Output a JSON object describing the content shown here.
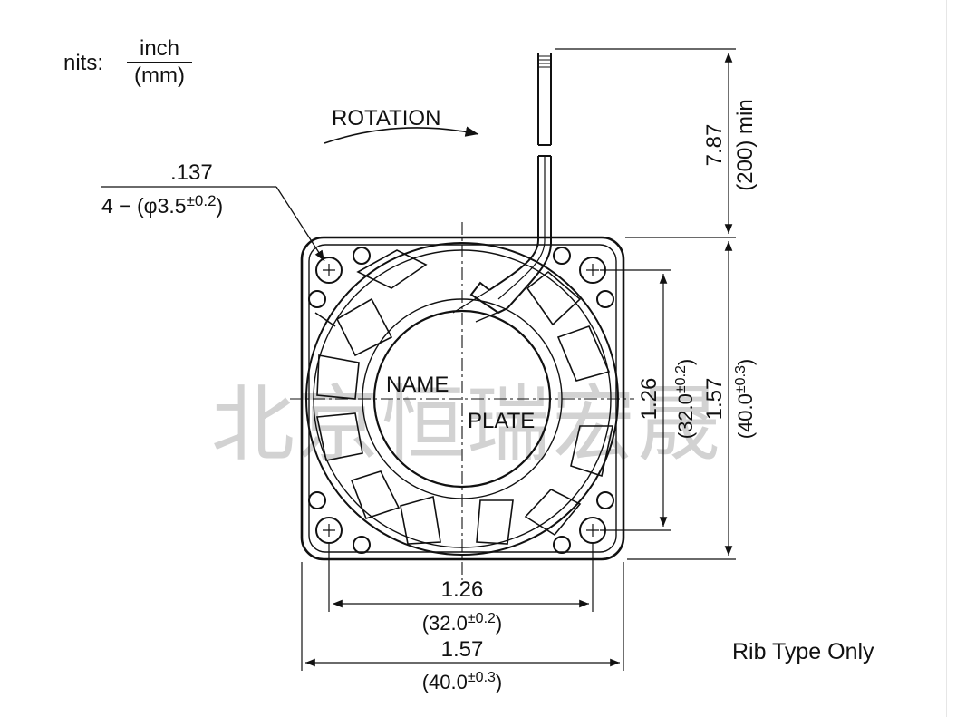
{
  "units": {
    "label": "nits:",
    "numerator": "inch",
    "denominator": "(mm)"
  },
  "rotation": {
    "label": "ROTATION"
  },
  "hole_callout": {
    "inch": ".137",
    "mm_prefix": "4 − (φ3.5",
    "mm_tol": "±0.2",
    "mm_suffix": ")"
  },
  "lead_wire": {
    "inch": "7.87",
    "mm": "(200) min"
  },
  "nameplate": {
    "line1": "NAME",
    "line2": "PLATE"
  },
  "dim_hole_pitch_v": {
    "inch": "1.26",
    "mm_prefix": "(32.0",
    "mm_tol": "±0.2",
    "mm_suffix": ")"
  },
  "dim_overall_v": {
    "inch": "1.57",
    "mm_prefix": "(40.0",
    "mm_tol": "±0.3",
    "mm_suffix": ")"
  },
  "dim_hole_pitch_h": {
    "inch": "1.26",
    "mm_prefix": "(32.0",
    "mm_tol": "±0.2",
    "mm_suffix": ")"
  },
  "dim_overall_h": {
    "inch": "1.57",
    "mm_prefix": "(40.0",
    "mm_tol": "±0.3",
    "mm_suffix": ")"
  },
  "note": "Rib Type Only",
  "watermark": "北京恒瑞宏晟",
  "colors": {
    "line": "#111111",
    "watermark": "#c4c4c4",
    "background": "#ffffff"
  }
}
